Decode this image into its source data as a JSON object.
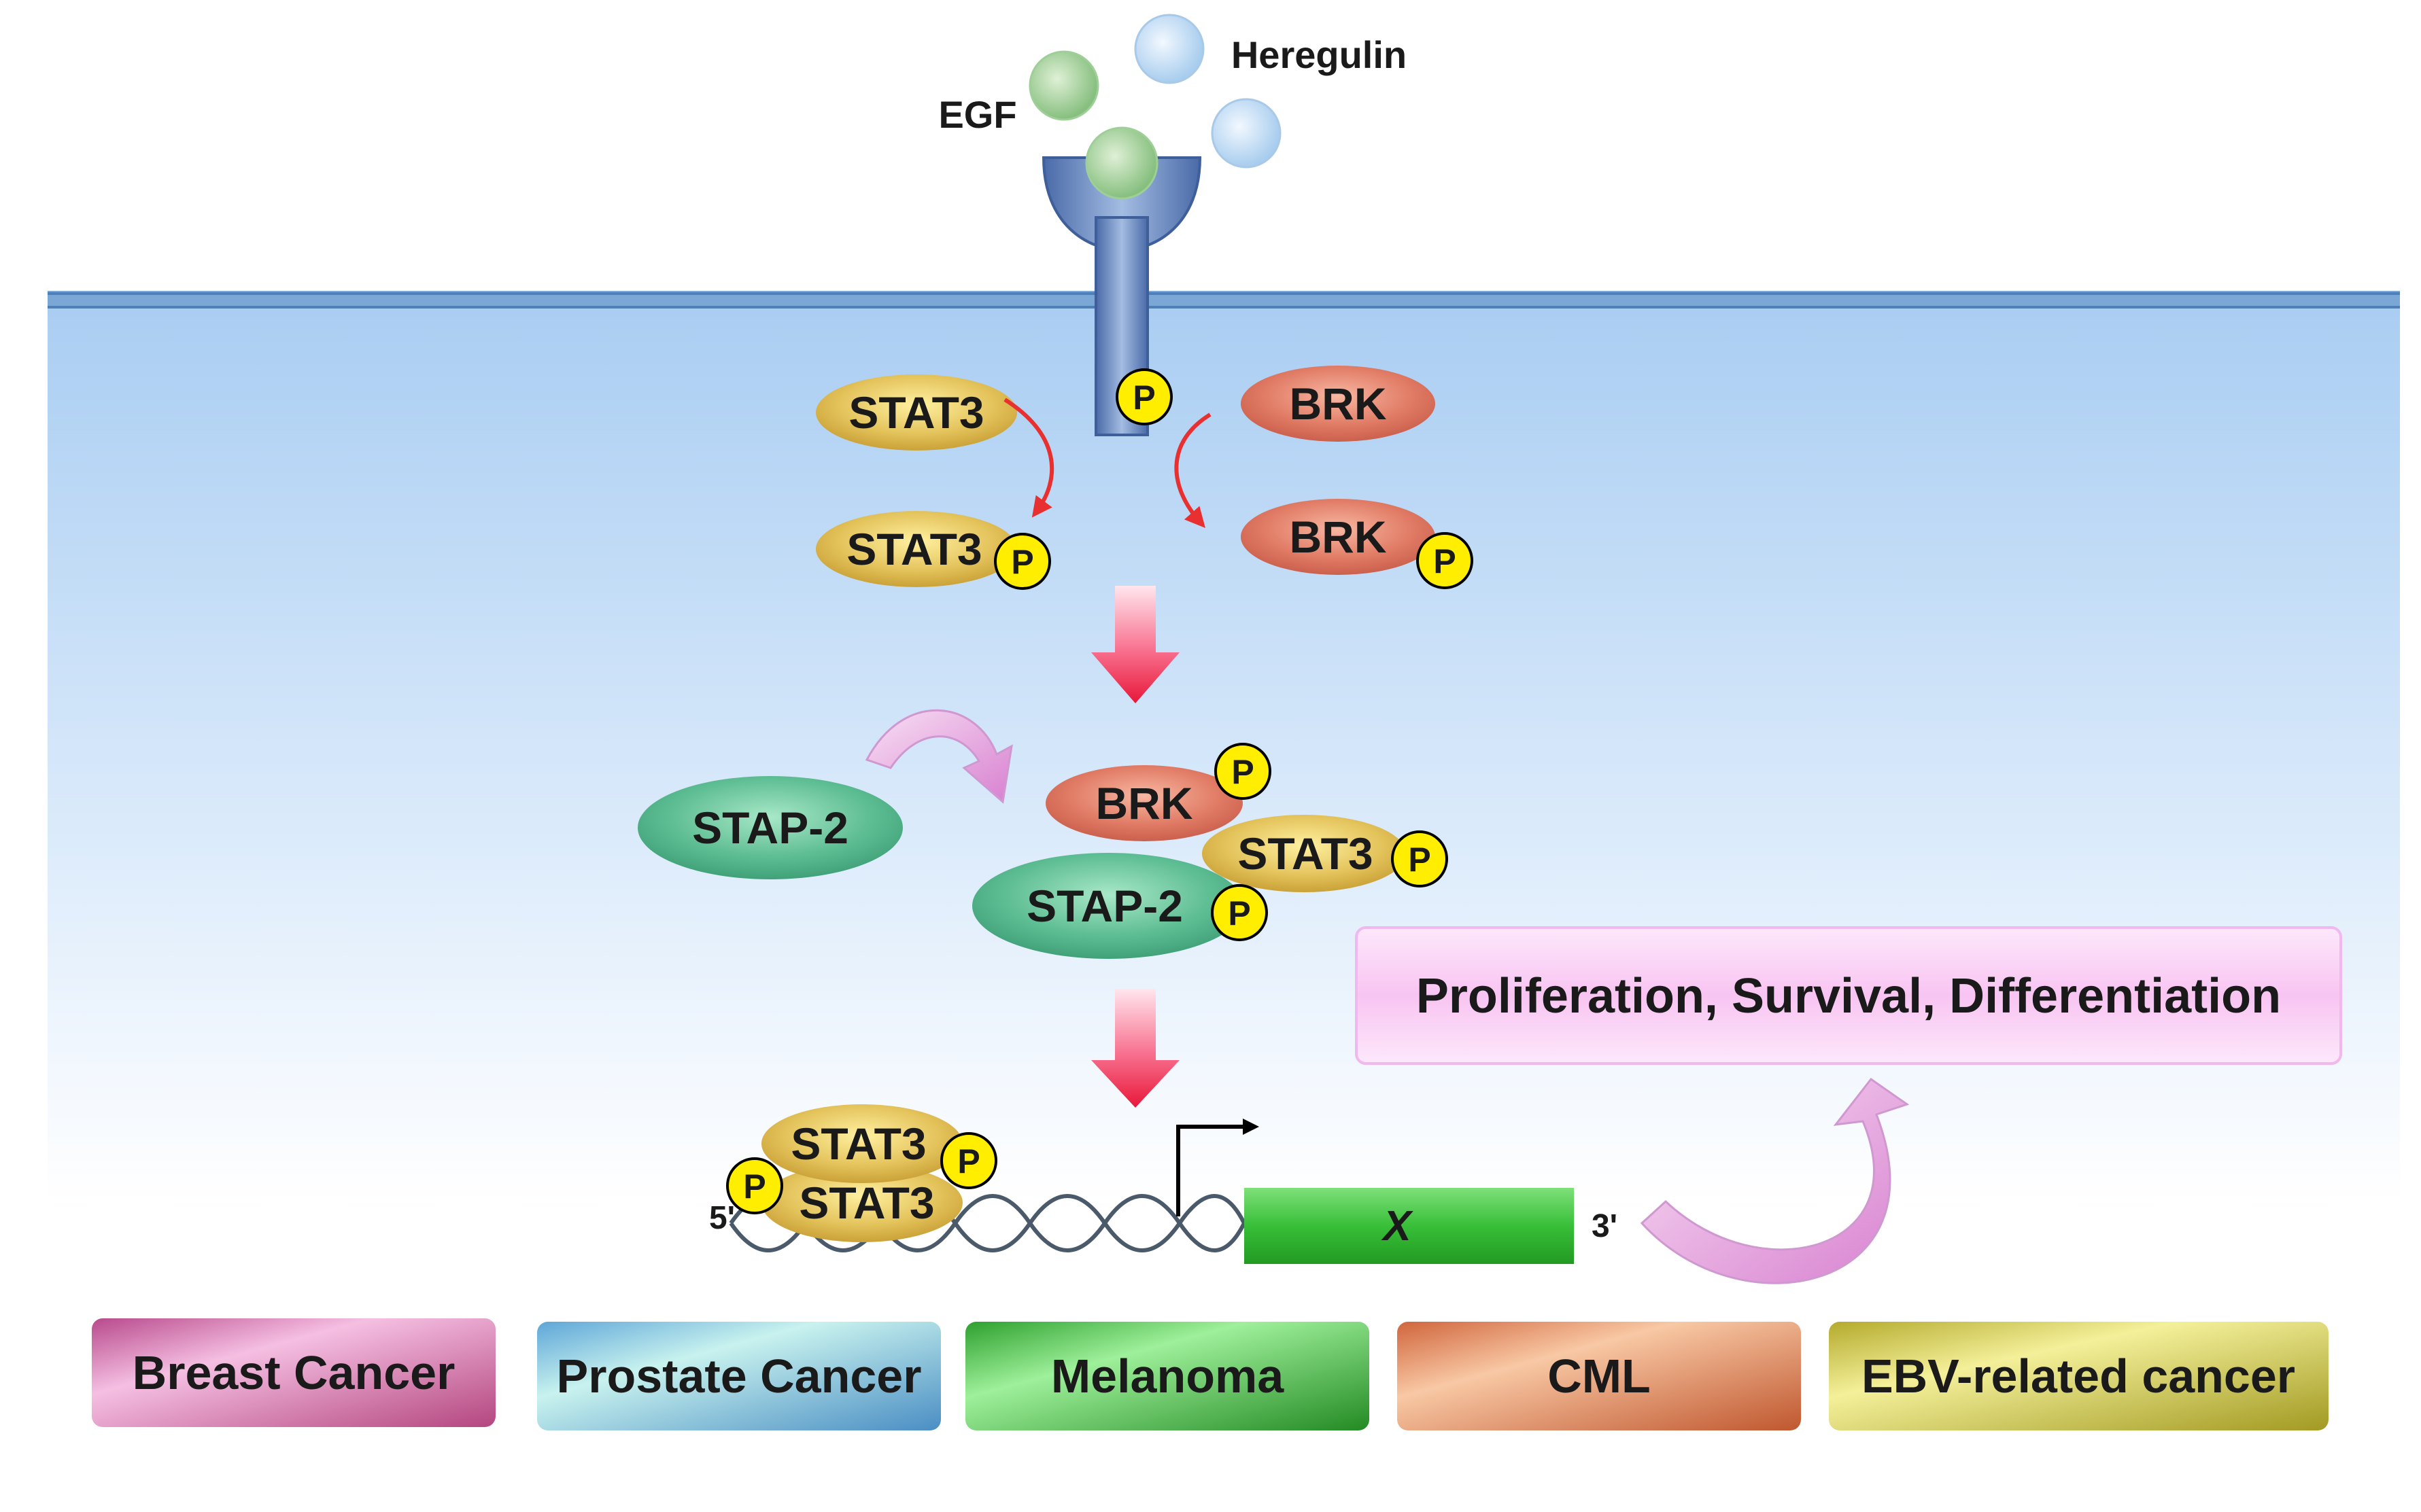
{
  "ligands": {
    "egf": "EGF",
    "heregulin": "Heregulin"
  },
  "phospho": "P",
  "proteins": {
    "stat3": "STAT3",
    "brk": "BRK",
    "stap2": "STAP-2"
  },
  "outcome": "Proliferation, Survival, Differentiation",
  "dna": {
    "five_prime": "5'",
    "three_prime": "3'",
    "gene": "X"
  },
  "diseases": [
    "Breast Cancer",
    "Prostate Cancer",
    "Melanoma",
    "CML",
    "EBV-related cancer"
  ],
  "colors": {
    "stat3": "#d9b84a",
    "brk": "#d9705c",
    "stap2": "#4fb38a",
    "phospho": "#ffee00",
    "egf_ligand": "#8fc58a",
    "heregulin_ligand": "#bcd8f0",
    "receptor": "#5f7fb8",
    "membrane": "#6a98cc",
    "gene": "#3cc23c",
    "arrow_down": "#f03050",
    "curve_arrow": "#e090d8"
  }
}
